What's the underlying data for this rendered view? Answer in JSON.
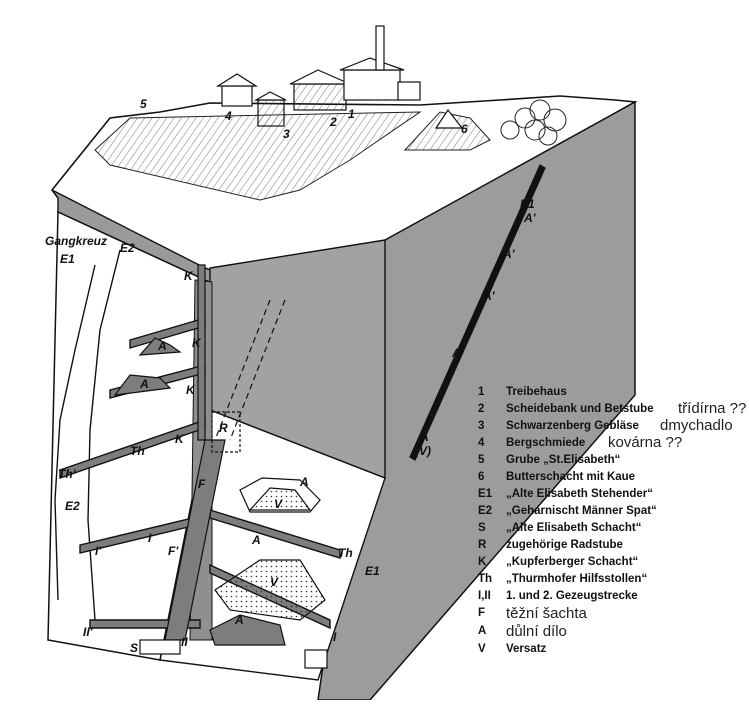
{
  "diagram_labels": {
    "gangkreuz": "Gangkreuz",
    "e1_top": "E1",
    "e2_top": "E2",
    "e1_right": "E1",
    "e1_bottom": "E1",
    "e2_left": "E2",
    "k1": "K",
    "k2": "K",
    "k3": "K",
    "k4": "K",
    "a_right1": "A'",
    "a_right2": "A'",
    "a_right3": "A'",
    "a_right4": "A'",
    "a_v": "A",
    "a_v2": "(V)",
    "th_left": "Th'",
    "th_mid": "Th",
    "th_right": "Th",
    "r": "R",
    "f_top": "F",
    "f_low": "F'",
    "i_left": "I",
    "i_left2": "I'",
    "ii_left": "II'",
    "ii_mid": "II",
    "i_right": "I",
    "s": "S",
    "a_left1": "A",
    "a_left2": "A",
    "a_mid1": "A",
    "a_mid2": "A",
    "a_low": "A",
    "v_mid": "V",
    "v_low": "V",
    "b1": "1",
    "b2": "2",
    "b3": "3",
    "b4": "4",
    "b5": "5",
    "b6": "6"
  },
  "legend": [
    {
      "key": "1",
      "text": "Treibehaus",
      "note": ""
    },
    {
      "key": "2",
      "text": "Scheidebank und Betstube",
      "note": "třídírna ??"
    },
    {
      "key": "3",
      "text": "Schwarzenberg Gebläse",
      "note": "dmychadlo"
    },
    {
      "key": "4",
      "text": "Bergschmiede",
      "note": "kovárna ??"
    },
    {
      "key": "5",
      "text": "Grube „St.Elisabeth“",
      "note": ""
    },
    {
      "key": "6",
      "text": "Butterschacht mit Kaue",
      "note": ""
    },
    {
      "key": "E1",
      "text": "„Alte Elisabeth Stehender“",
      "note": ""
    },
    {
      "key": "E2",
      "text": "„Geharnischt Männer Spat“",
      "note": ""
    },
    {
      "key": "S",
      "text": "„Alte Elisabeth Schacht“",
      "note": ""
    },
    {
      "key": "R",
      "text": "zugehörige Radstube",
      "note": ""
    },
    {
      "key": "K",
      "text": "„Kupferberger Schacht“",
      "note": ""
    },
    {
      "key": "Th",
      "text": "„Thurmhofer Hilfsstollen“",
      "note": ""
    },
    {
      "key": "I,II",
      "text": "1. und 2. Gezeugstrecke",
      "note": ""
    },
    {
      "key": "F",
      "text": "",
      "note": "těžní šachta"
    },
    {
      "key": "A",
      "text": "",
      "note": "důlní dílo"
    },
    {
      "key": "V",
      "text": "Versatz",
      "note": ""
    }
  ]
}
